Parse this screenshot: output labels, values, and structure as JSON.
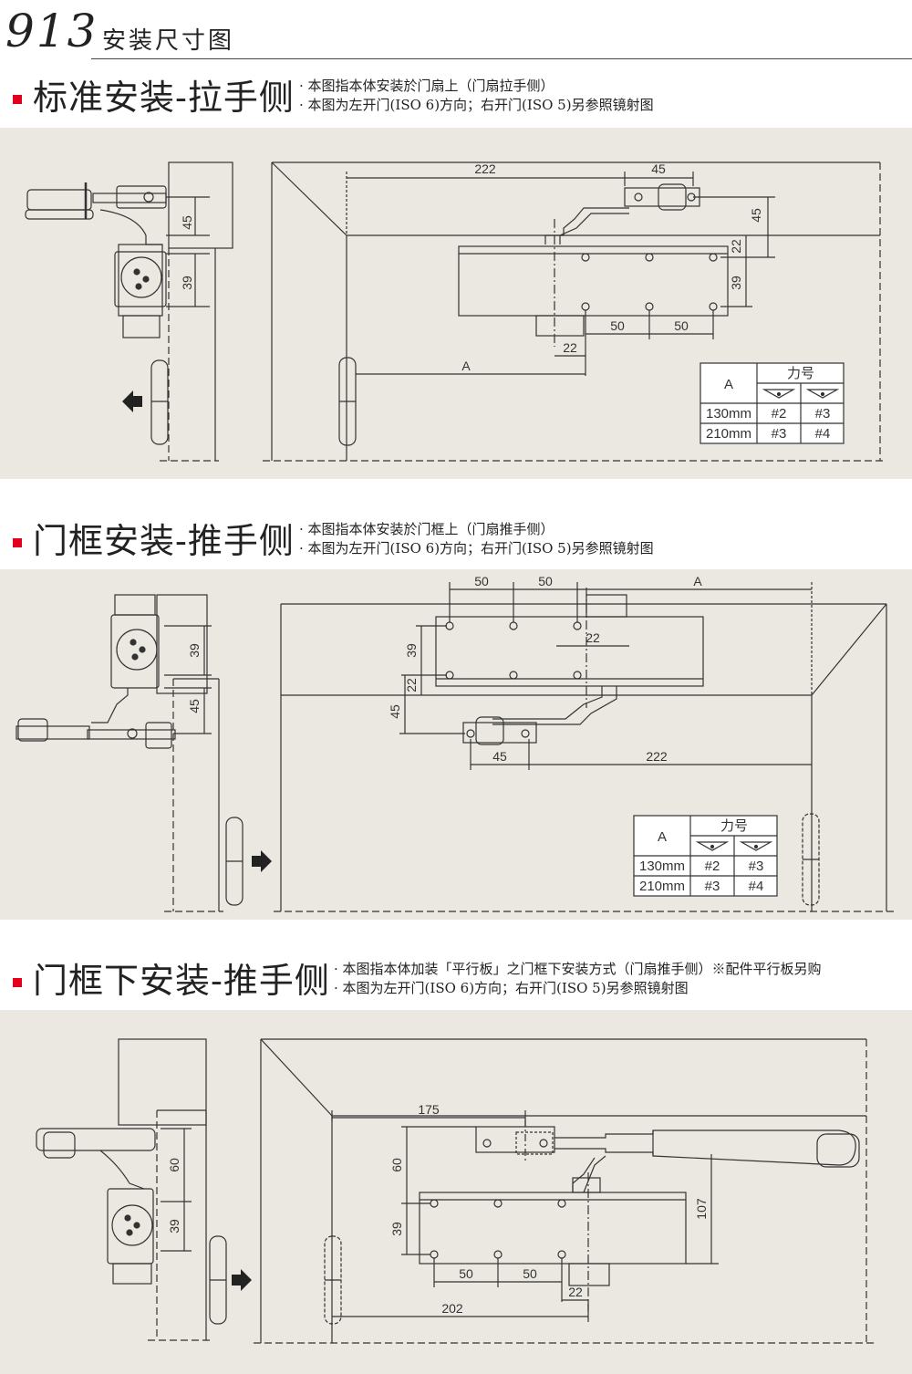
{
  "header": {
    "model": "913",
    "title": "安装尺寸图"
  },
  "sections": [
    {
      "title": "标准安装-拉手侧",
      "notes": [
        "本图指本体安装於门扇上（门扇拉手侧）",
        "本图为左开门(ISO 6)方向；右开门(ISO 5)另参照镜射图"
      ],
      "side_dims": [
        "45",
        "39"
      ],
      "main_dims": [
        "222",
        "45",
        "45",
        "22",
        "39",
        "50",
        "50",
        "22",
        "A"
      ],
      "table": {
        "col_a": "A",
        "col_force": "力号",
        "rows": [
          [
            "130mm",
            "#2",
            "#3"
          ],
          [
            "210mm",
            "#3",
            "#4"
          ]
        ]
      }
    },
    {
      "title": "门框安装-推手侧",
      "notes": [
        "本图指本体安装於门框上（门扇推手侧）",
        "本图为左开门(ISO 6)方向；右开门(ISO 5)另参照镜射图"
      ],
      "side_dims": [
        "39",
        "45"
      ],
      "main_dims": [
        "50",
        "50",
        "A",
        "22",
        "39",
        "22",
        "45",
        "45",
        "222"
      ],
      "table": {
        "col_a": "A",
        "col_force": "力号",
        "rows": [
          [
            "130mm",
            "#2",
            "#3"
          ],
          [
            "210mm",
            "#3",
            "#4"
          ]
        ]
      }
    },
    {
      "title": "门框下安装-推手侧",
      "notes": [
        "本图指本体加装「平行板」之门框下安装方式（门扇推手侧）※配件平行板另购",
        "本图为左开门(ISO 6)方向；右开门(ISO 5)另参照镜射图"
      ],
      "side_dims": [
        "60",
        "39"
      ],
      "main_dims": [
        "175",
        "60",
        "107",
        "39",
        "50",
        "50",
        "22",
        "202"
      ]
    }
  ],
  "colors": {
    "panel": "#ebe8e1",
    "line": "#333333",
    "marker": "#e3001b"
  }
}
